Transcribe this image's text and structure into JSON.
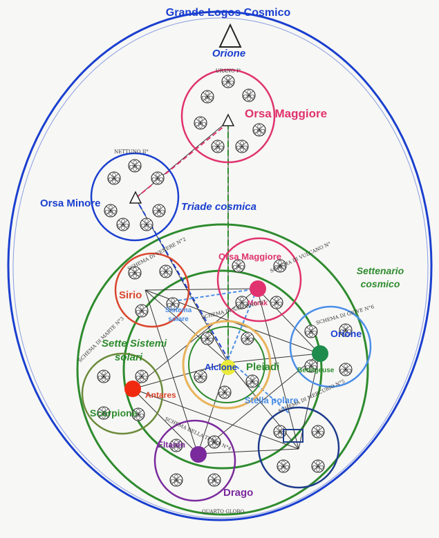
{
  "title": "Grande Logos Cosmico",
  "orione_top": "Orione",
  "triade": "Triade cosmica",
  "settenario_line1": "Settenario",
  "settenario_line2": "cosmico",
  "sette_sistemi_line1": "Sette Sistemi",
  "sette_sistemi_line2": "solari",
  "stars": {
    "orsa_maggiore_top": "Orsa Maggiore",
    "orsa_minore": "Orsa Minore",
    "orsa_maggiore_inner": "Orsa Maggiore",
    "merak": "Merak",
    "sirio": "Sirio",
    "sistema_solare_line1": "Sistema",
    "sistema_solare_line2": "solare",
    "alcione": "Alcione",
    "pleiadi": "Pleiadi",
    "orione_inner": "Orione",
    "betelgeuse": "Betelgeuse",
    "stella_polare": "Stella polare",
    "antares": "Antares",
    "scorpione": "Scorpione",
    "eltanin": "Eltanin",
    "drago": "Drago"
  },
  "handwritten": {
    "urano": "URANO I°",
    "nettuno": "NETTUNO II°",
    "vulcano": "SCHEMA DI VULCANO N°",
    "venere": "SCHEMA DI VENERE N°2",
    "saturno": "SCHEMA DI SATURNO N°",
    "giove": "SCHEMA DI GIOVE N°6",
    "marte": "SCHEMA DI MARTE N°3",
    "terra": "SCHEMA DELLA TERRA N°4",
    "mercurio": "SCHEMA DI MERCURIO N°5",
    "globo": "QUARTO GLOBO"
  },
  "colors": {
    "blue": "#1a3fcf",
    "green": "#2e8b2e",
    "pink": "#e0326e",
    "red": "#d9452c",
    "orange": "#e8b35a",
    "teal": "#1e8c4c",
    "purple": "#7a2a9c",
    "navy": "#1e3c8c",
    "olive": "#6b8a3a",
    "yellow": "#eaea3a",
    "light_blue": "#4a8ee8"
  }
}
